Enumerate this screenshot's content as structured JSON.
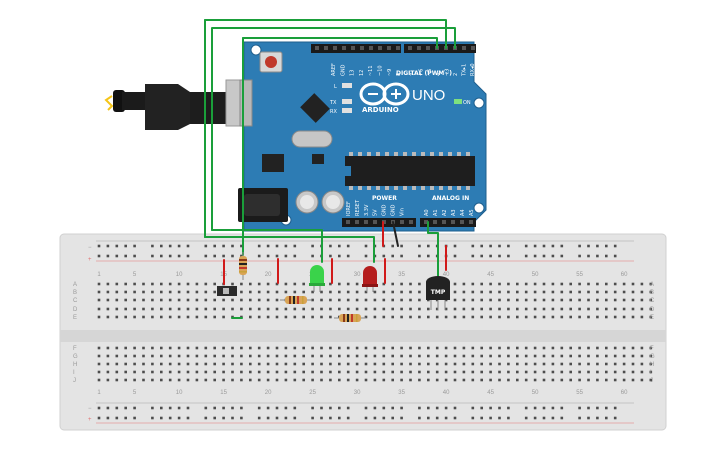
{
  "arduino": {
    "brand": "ARDUINO",
    "model": "UNO",
    "header_digital": "DIGITAL (PWM~)",
    "header_power": "POWER",
    "header_analog": "ANALOG IN",
    "on_label": "ON",
    "led_l": "L",
    "led_tx": "TX",
    "led_rx": "RX",
    "digital_pins_left": [
      "AREF",
      "GND",
      "13",
      "12",
      "~11",
      "~10",
      "~9",
      "8"
    ],
    "digital_pins_right": [
      "7",
      "~6",
      "~5",
      "4",
      "~3",
      "2",
      "TX▸1",
      "RX◂0"
    ],
    "power_pins": [
      "IOREF",
      "RESET",
      "3.3V",
      "5V",
      "GND",
      "GND",
      "Vin"
    ],
    "analog_pins": [
      "A0",
      "A1",
      "A2",
      "A3",
      "A4",
      "A5"
    ]
  },
  "breadboard": {
    "column_numbers": [
      "1",
      "5",
      "10",
      "15",
      "20",
      "25",
      "30",
      "35",
      "40",
      "45",
      "50",
      "55",
      "60"
    ],
    "rows_top": [
      "A",
      "B",
      "C",
      "D",
      "E"
    ],
    "rows_bottom": [
      "F",
      "G",
      "H",
      "I",
      "J"
    ],
    "rail_plus": "+",
    "rail_minus": "−"
  },
  "sensor": {
    "label": "TMP"
  },
  "colors": {
    "board": "#2d7cb4",
    "board_dark": "#205e8b",
    "wire_green": "#1a9f3a",
    "wire_red": "#d11a1a",
    "wire_black": "#222222",
    "led_green": "#3ad34a",
    "led_red": "#b51d1d",
    "breadboard": "#e3e3e3"
  },
  "icons": {
    "usb_cable": "usb-cable-icon",
    "power_jack": "power-jack-icon",
    "reset": "reset-button-icon",
    "logo": "arduino-infinity-logo-icon"
  }
}
